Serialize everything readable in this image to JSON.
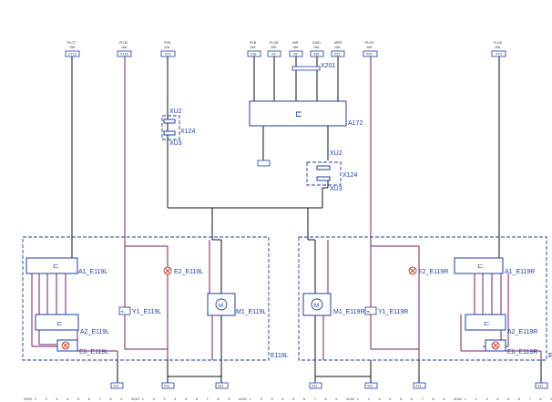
{
  "top_connectors": [
    {
      "id": "PLOT",
      "label_top": "PLOT",
      "label_bottom": "15A",
      "code": "XT13"
    },
    {
      "id": "PLD8",
      "label_top": "PLD8",
      "label_bottom": "15A",
      "code": "XT25"
    },
    {
      "id": "PXB",
      "label_top": "PXB",
      "label_bottom": "10A",
      "code": "XT2"
    },
    {
      "id": "PXB2",
      "label_top": "PXB",
      "label_bottom": "10A",
      "code": "X28"
    },
    {
      "id": "PLOB",
      "label_top": "PLOB",
      "label_bottom": "15A",
      "code": "X9"
    },
    {
      "id": "INR",
      "label_top": "INR",
      "label_bottom": "15A",
      "code": "X8"
    },
    {
      "id": "DIAG",
      "label_top": "DIAG",
      "label_bottom": "15A",
      "code": "X30"
    },
    {
      "id": "MRR",
      "label_top": "MRR",
      "label_bottom": "15A",
      "code": "X32"
    },
    {
      "id": "PLD9",
      "label_top": "PLD9",
      "label_bottom": "15A",
      "code": "X29"
    },
    {
      "id": "PLD8B",
      "label_top": "PLD8",
      "label_bottom": "15A",
      "code": "XT3"
    }
  ],
  "modules": {
    "a172": {
      "label": "A172"
    },
    "x201": {
      "label": "X201"
    },
    "xu2_left": {
      "label": "XU2"
    },
    "x124_left": {
      "label": "X124"
    },
    "xu3_left": {
      "label": "XU3"
    },
    "xu2_right": {
      "label": "XU2"
    },
    "x124_right": {
      "label": "X124"
    },
    "xu3_right": {
      "label": "XU3"
    }
  },
  "left_group": {
    "frame_label": "E119L",
    "a1": "A1_E119L",
    "a2": "A2_E119L",
    "e6": "E6_E119L",
    "e2": "E2_E119L",
    "y1": "Y1_E119L",
    "m1": "M1_E119L"
  },
  "right_group": {
    "frame_label": "E",
    "a1": "A1_E119R",
    "a2": "A2_E119R",
    "e6": "E6_E119R",
    "e2": "E2_E119R",
    "y1": "Y1_E119R",
    "m1": "M1_E119R"
  },
  "ground_codes": [
    "X31",
    "X31",
    "X31",
    "X31",
    "X31",
    "X31",
    "X31"
  ],
  "ruler": {
    "marks": [
      "4000",
      "1",
      "2",
      "3",
      "4",
      "5",
      "6",
      "7",
      "8",
      "9",
      "4010",
      "1",
      "2",
      "3",
      "4",
      "5",
      "6",
      "7",
      "8",
      "9",
      "4020",
      "1",
      "2",
      "3",
      "4",
      "5",
      "6",
      "7",
      "8",
      "9",
      "4030",
      "1",
      "2",
      "3",
      "4",
      "5",
      "6",
      "7",
      "8",
      "9",
      "4040",
      "1",
      "2",
      "3",
      "4",
      "5",
      "6",
      "7",
      "8",
      "9"
    ]
  },
  "colors": {
    "wire_black": "#111111",
    "wire_purple": "#7a1d6a",
    "frame_blue": "#1a3fa8",
    "label_blue": "#1a3fa8",
    "lamp_red": "#c0392b"
  }
}
